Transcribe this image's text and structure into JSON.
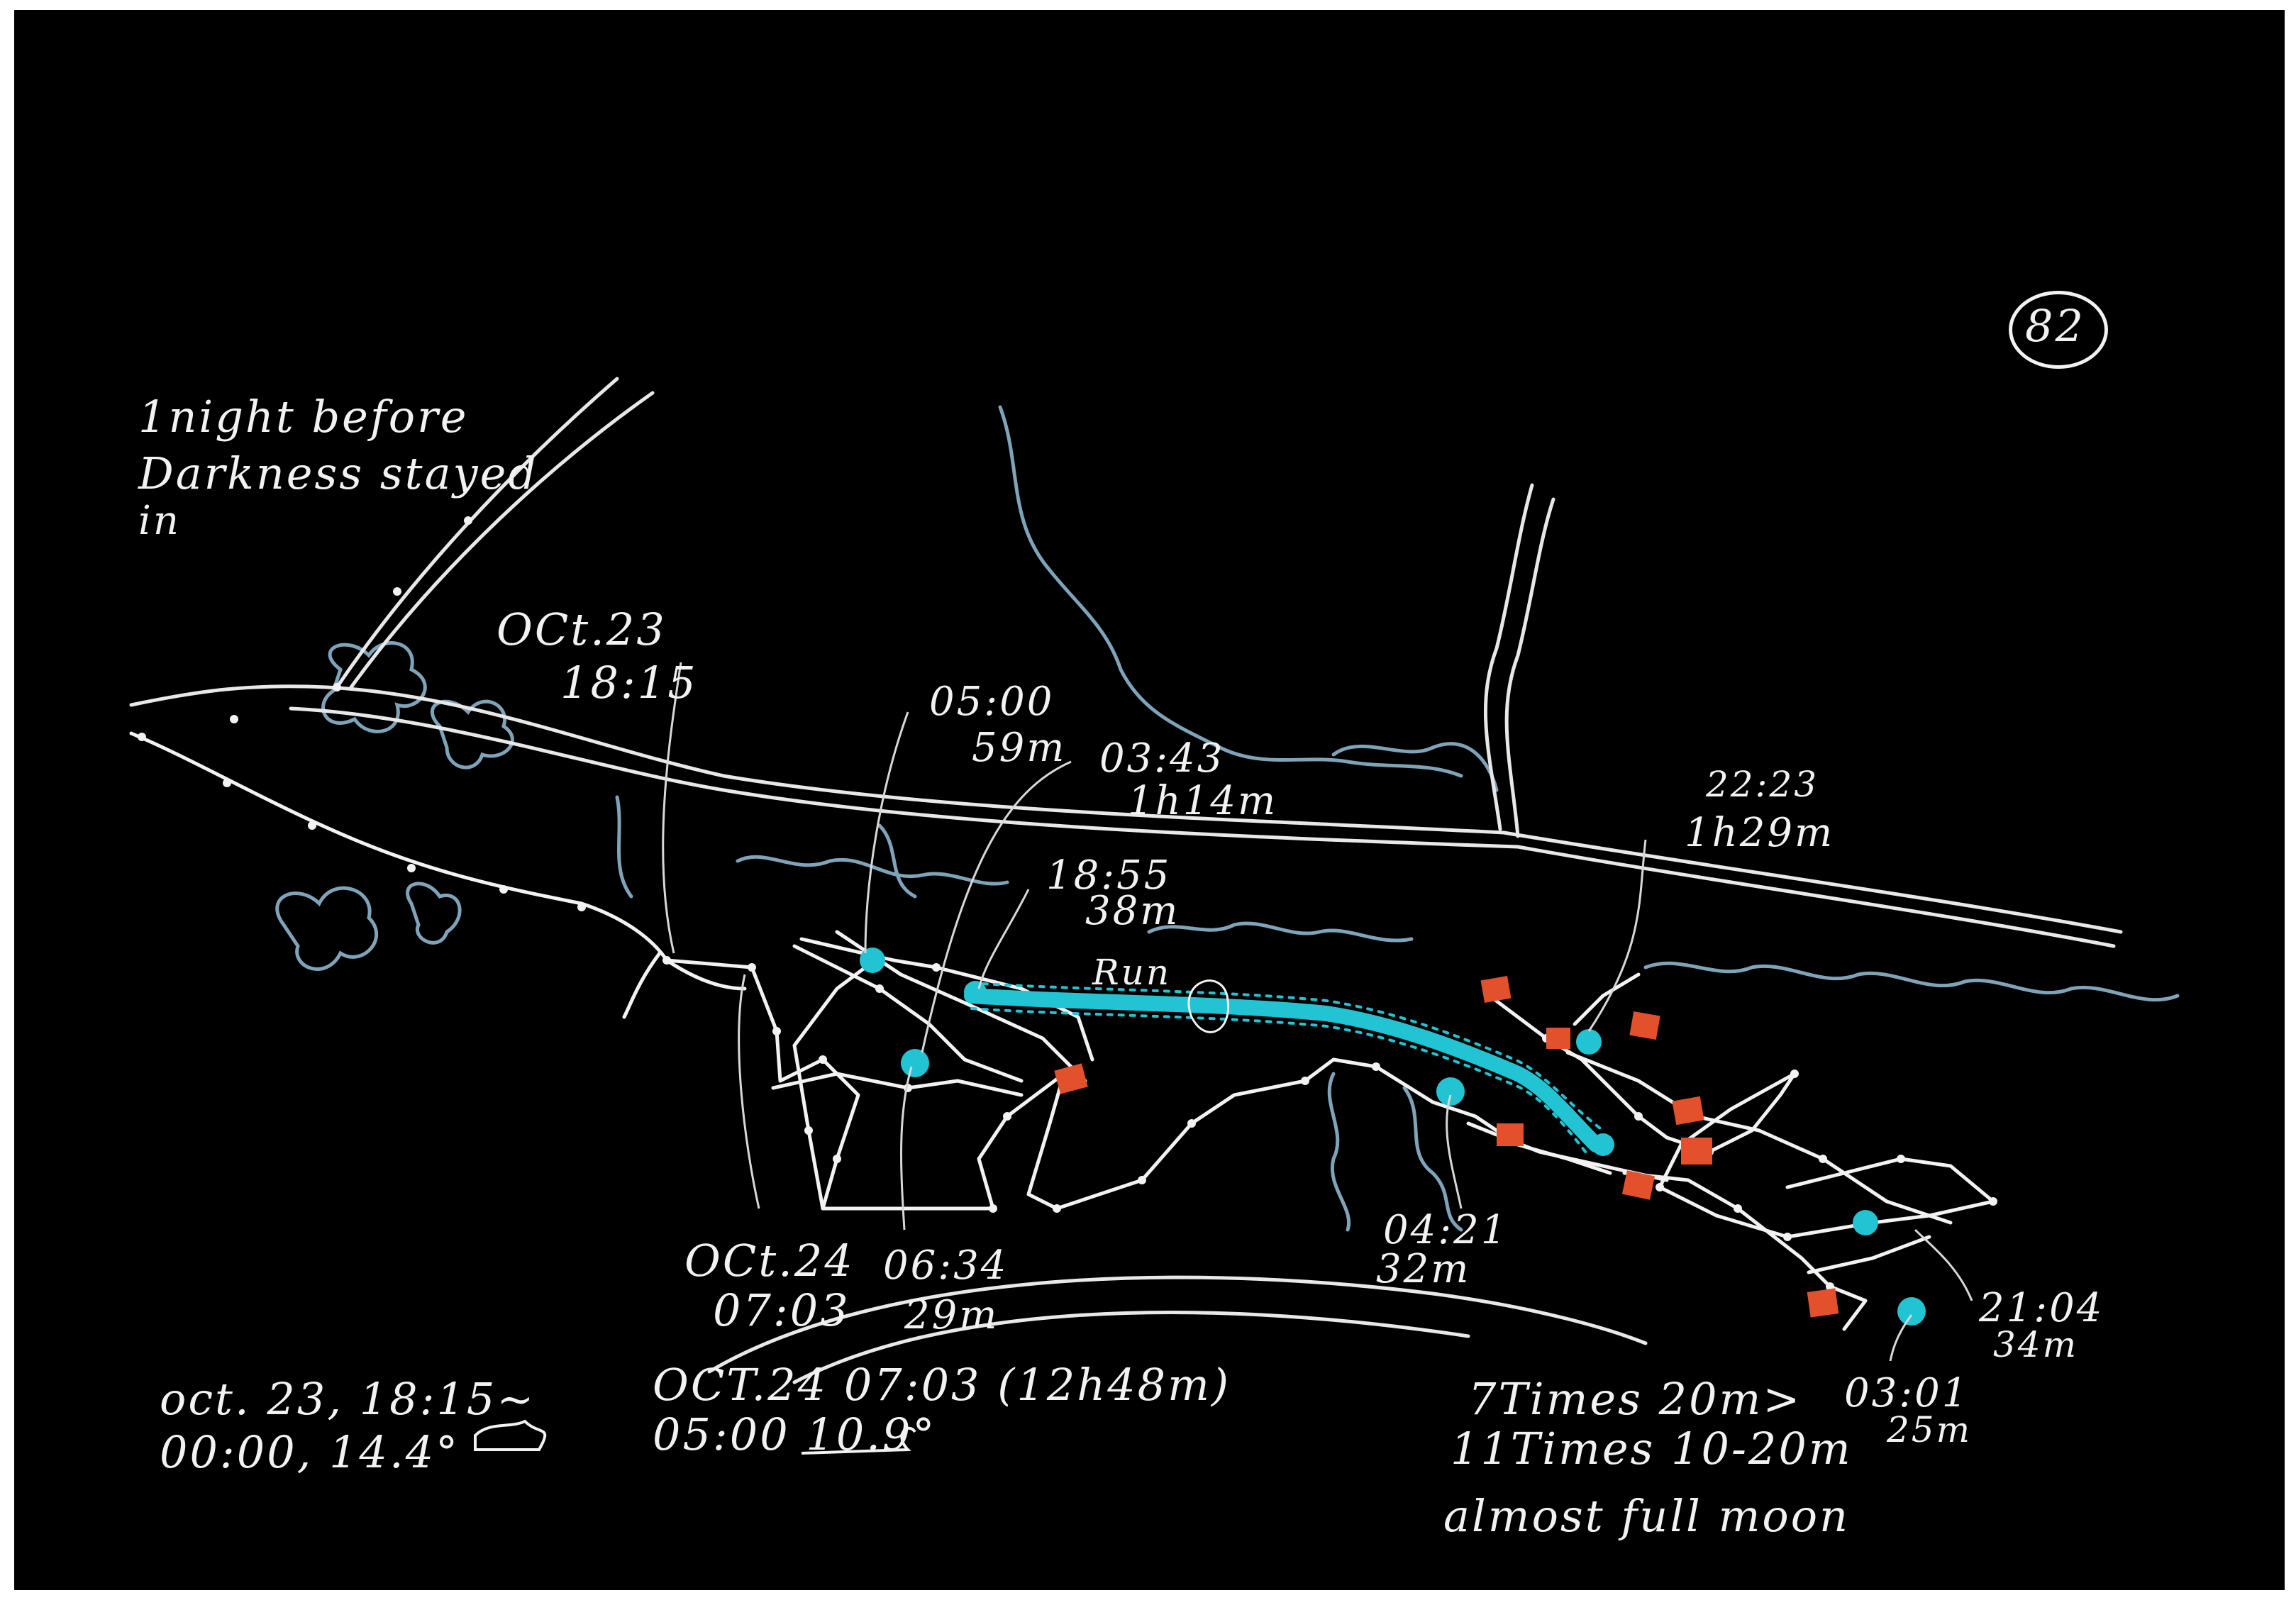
{
  "sketch": {
    "page_number": "82",
    "note_top_left": [
      "1night before",
      "Darkness stayed",
      "in"
    ],
    "start_label": [
      "OCt.23",
      "18:15"
    ],
    "end_label": [
      "OCt.24",
      "07:03"
    ],
    "run_label": "Run",
    "time_labels": [
      {
        "time": "05:00",
        "duration": "59m"
      },
      {
        "time": "03:43",
        "duration": "1h14m"
      },
      {
        "time": "18:55",
        "duration": "38m"
      },
      {
        "time": "22:23",
        "duration": "1h29m"
      },
      {
        "time": "06:34",
        "duration": "29m"
      },
      {
        "time": "04:21",
        "duration": "32m"
      },
      {
        "time": "21:04",
        "duration": "34m"
      },
      {
        "time": "03:01",
        "duration": "25m"
      }
    ],
    "bottom_notes": {
      "left": [
        "oct. 23,  18:15~",
        "00:00, 14.4°"
      ],
      "middle": [
        "OCT.24  07:03  (12h48m)",
        "05:00        10.9°"
      ],
      "right": [
        "7Times 20m>",
        "11Times 10-20m",
        "almost full moon"
      ]
    },
    "colors": {
      "background": "#000000",
      "chalk": "#f2f2f2",
      "cyan": "#22c3d3",
      "orange": "#e2502c",
      "bush": "#7fa3b8"
    }
  }
}
